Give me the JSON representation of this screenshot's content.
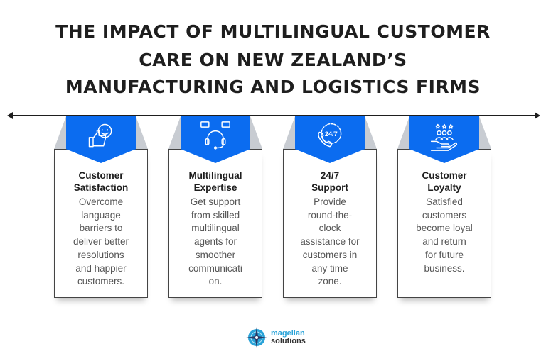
{
  "title_lines": [
    "THE IMPACT OF MULTILINGUAL CUSTOMER",
    "CARE ON NEW ZEALAND’S",
    "MANUFACTURING AND LOGISTICS FIRMS"
  ],
  "cards": [
    {
      "icon": "thumbs-up-smiley-icon",
      "heading": [
        "Customer",
        "Satisfaction"
      ],
      "desc": [
        "Overcome",
        "language",
        "barriers to",
        "deliver better",
        "resolutions",
        "and happier",
        "customers."
      ]
    },
    {
      "icon": "headset-chat-icon",
      "heading": [
        "Multilingual",
        "Expertise"
      ],
      "desc": [
        "Get support",
        "from skilled",
        "multilingual",
        "agents for",
        "smoother",
        "communicati",
        "on."
      ]
    },
    {
      "icon": "phone-24-7-icon",
      "heading": [
        "24/7",
        "Support"
      ],
      "desc": [
        "Provide",
        "round-the-",
        "clock",
        "assistance for",
        "customers in",
        "any time",
        "zone."
      ]
    },
    {
      "icon": "hand-people-stars-icon",
      "heading": [
        "Customer",
        "Loyalty"
      ],
      "desc": [
        "Satisfied",
        "customers",
        "become loyal",
        "and return",
        "for future",
        "business."
      ]
    }
  ],
  "logo": {
    "line1": "magellan",
    "line2": "solutions"
  },
  "colors": {
    "accent": "#0b6cf0",
    "tab": "#c8ccd2",
    "text": "#1e1e1e"
  }
}
